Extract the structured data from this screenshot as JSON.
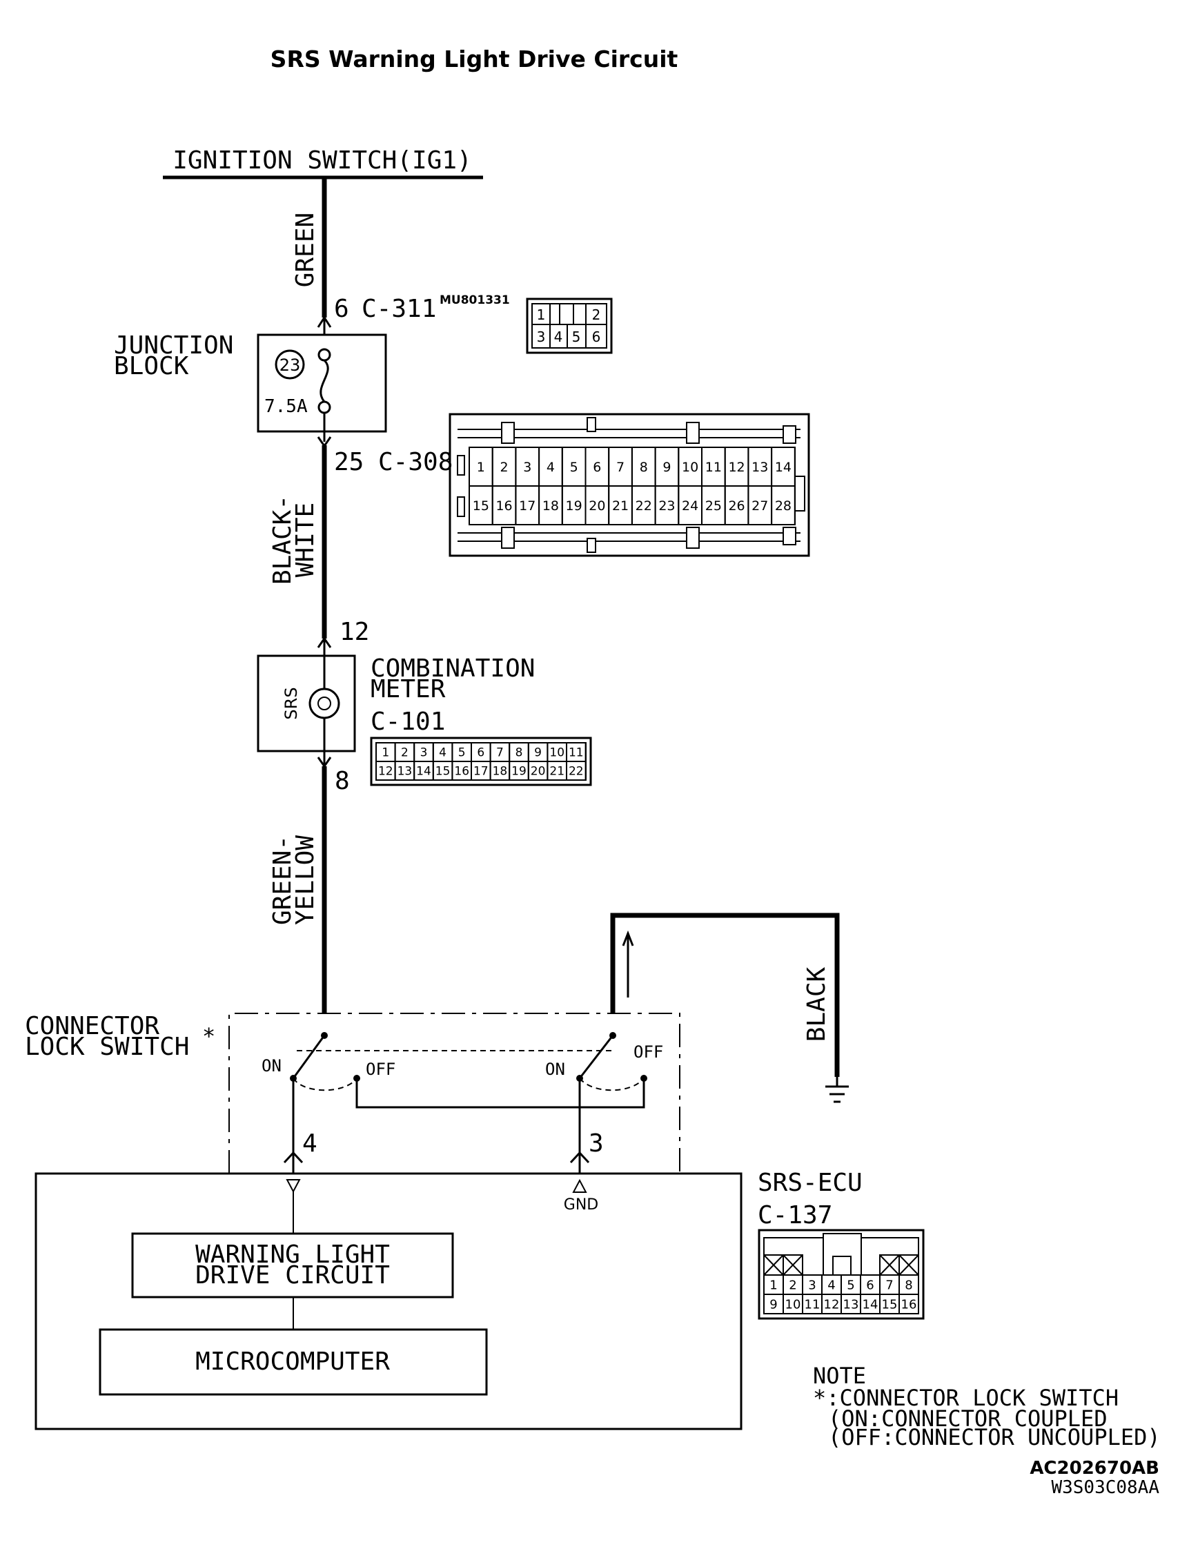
{
  "title": "SRS Warning Light Drive Circuit",
  "ignition": {
    "label": "IGNITION SWITCH(IG1)"
  },
  "wires": {
    "green": "GREEN",
    "black_white_1": "BLACK-",
    "black_white_2": "WHITE",
    "green_yellow_1": "GREEN-",
    "green_yellow_2": "YELLOW",
    "black": "BLACK"
  },
  "junction_block": {
    "label_1": "JUNCTION",
    "label_2": "BLOCK",
    "fuse_number": "23",
    "fuse_rating": "7.5A",
    "pin_top": "6",
    "conn_top": "C-311",
    "part_number": "MU801331",
    "pin_bottom": "25",
    "conn_bottom": "C-308"
  },
  "c311_pins": [
    "1",
    "2",
    "3",
    "4",
    "5",
    "6"
  ],
  "c308_pins_row1": [
    "1",
    "2",
    "3",
    "4",
    "5",
    "6",
    "7",
    "8",
    "9",
    "10",
    "11",
    "12",
    "13",
    "14"
  ],
  "c308_pins_row2": [
    "15",
    "16",
    "17",
    "18",
    "19",
    "20",
    "21",
    "22",
    "23",
    "24",
    "25",
    "26",
    "27",
    "28"
  ],
  "combination_meter": {
    "label_1": "COMBINATION",
    "label_2": "METER",
    "connector": "C-101",
    "srs": "SRS",
    "pin_top": "12",
    "pin_bottom": "8"
  },
  "c101_pins_row1": [
    "1",
    "2",
    "3",
    "4",
    "5",
    "6",
    "7",
    "8",
    "9",
    "10",
    "11"
  ],
  "c101_pins_row2": [
    "12",
    "13",
    "14",
    "15",
    "16",
    "17",
    "18",
    "19",
    "20",
    "21",
    "22"
  ],
  "lock_switch": {
    "label_1": "CONNECTOR",
    "label_2": "LOCK SWITCH",
    "asterisk": "*",
    "left_on": "ON",
    "left_off": "OFF",
    "right_on": "ON",
    "right_off": "OFF",
    "pin_left": "4",
    "pin_right": "3"
  },
  "srs_ecu": {
    "label": "SRS-ECU",
    "connector": "C-137",
    "gnd": "GND",
    "warning_1": "WARNING LIGHT",
    "warning_2": "DRIVE CIRCUIT",
    "micro": "MICROCOMPUTER"
  },
  "c137_pins_row1": [
    "1",
    "2",
    "3",
    "4",
    "5",
    "6",
    "7",
    "8"
  ],
  "c137_pins_row2": [
    "9",
    "10",
    "11",
    "12",
    "13",
    "14",
    "15",
    "16"
  ],
  "note": {
    "title": "NOTE",
    "line1": "*:CONNECTOR LOCK SWITCH",
    "line2": "(ON:CONNECTOR COUPLED",
    "line3": "(OFF:CONNECTOR UNCOUPLED)"
  },
  "codes": {
    "code1": "AC202670AB",
    "code2": "W3S03C08AA"
  }
}
